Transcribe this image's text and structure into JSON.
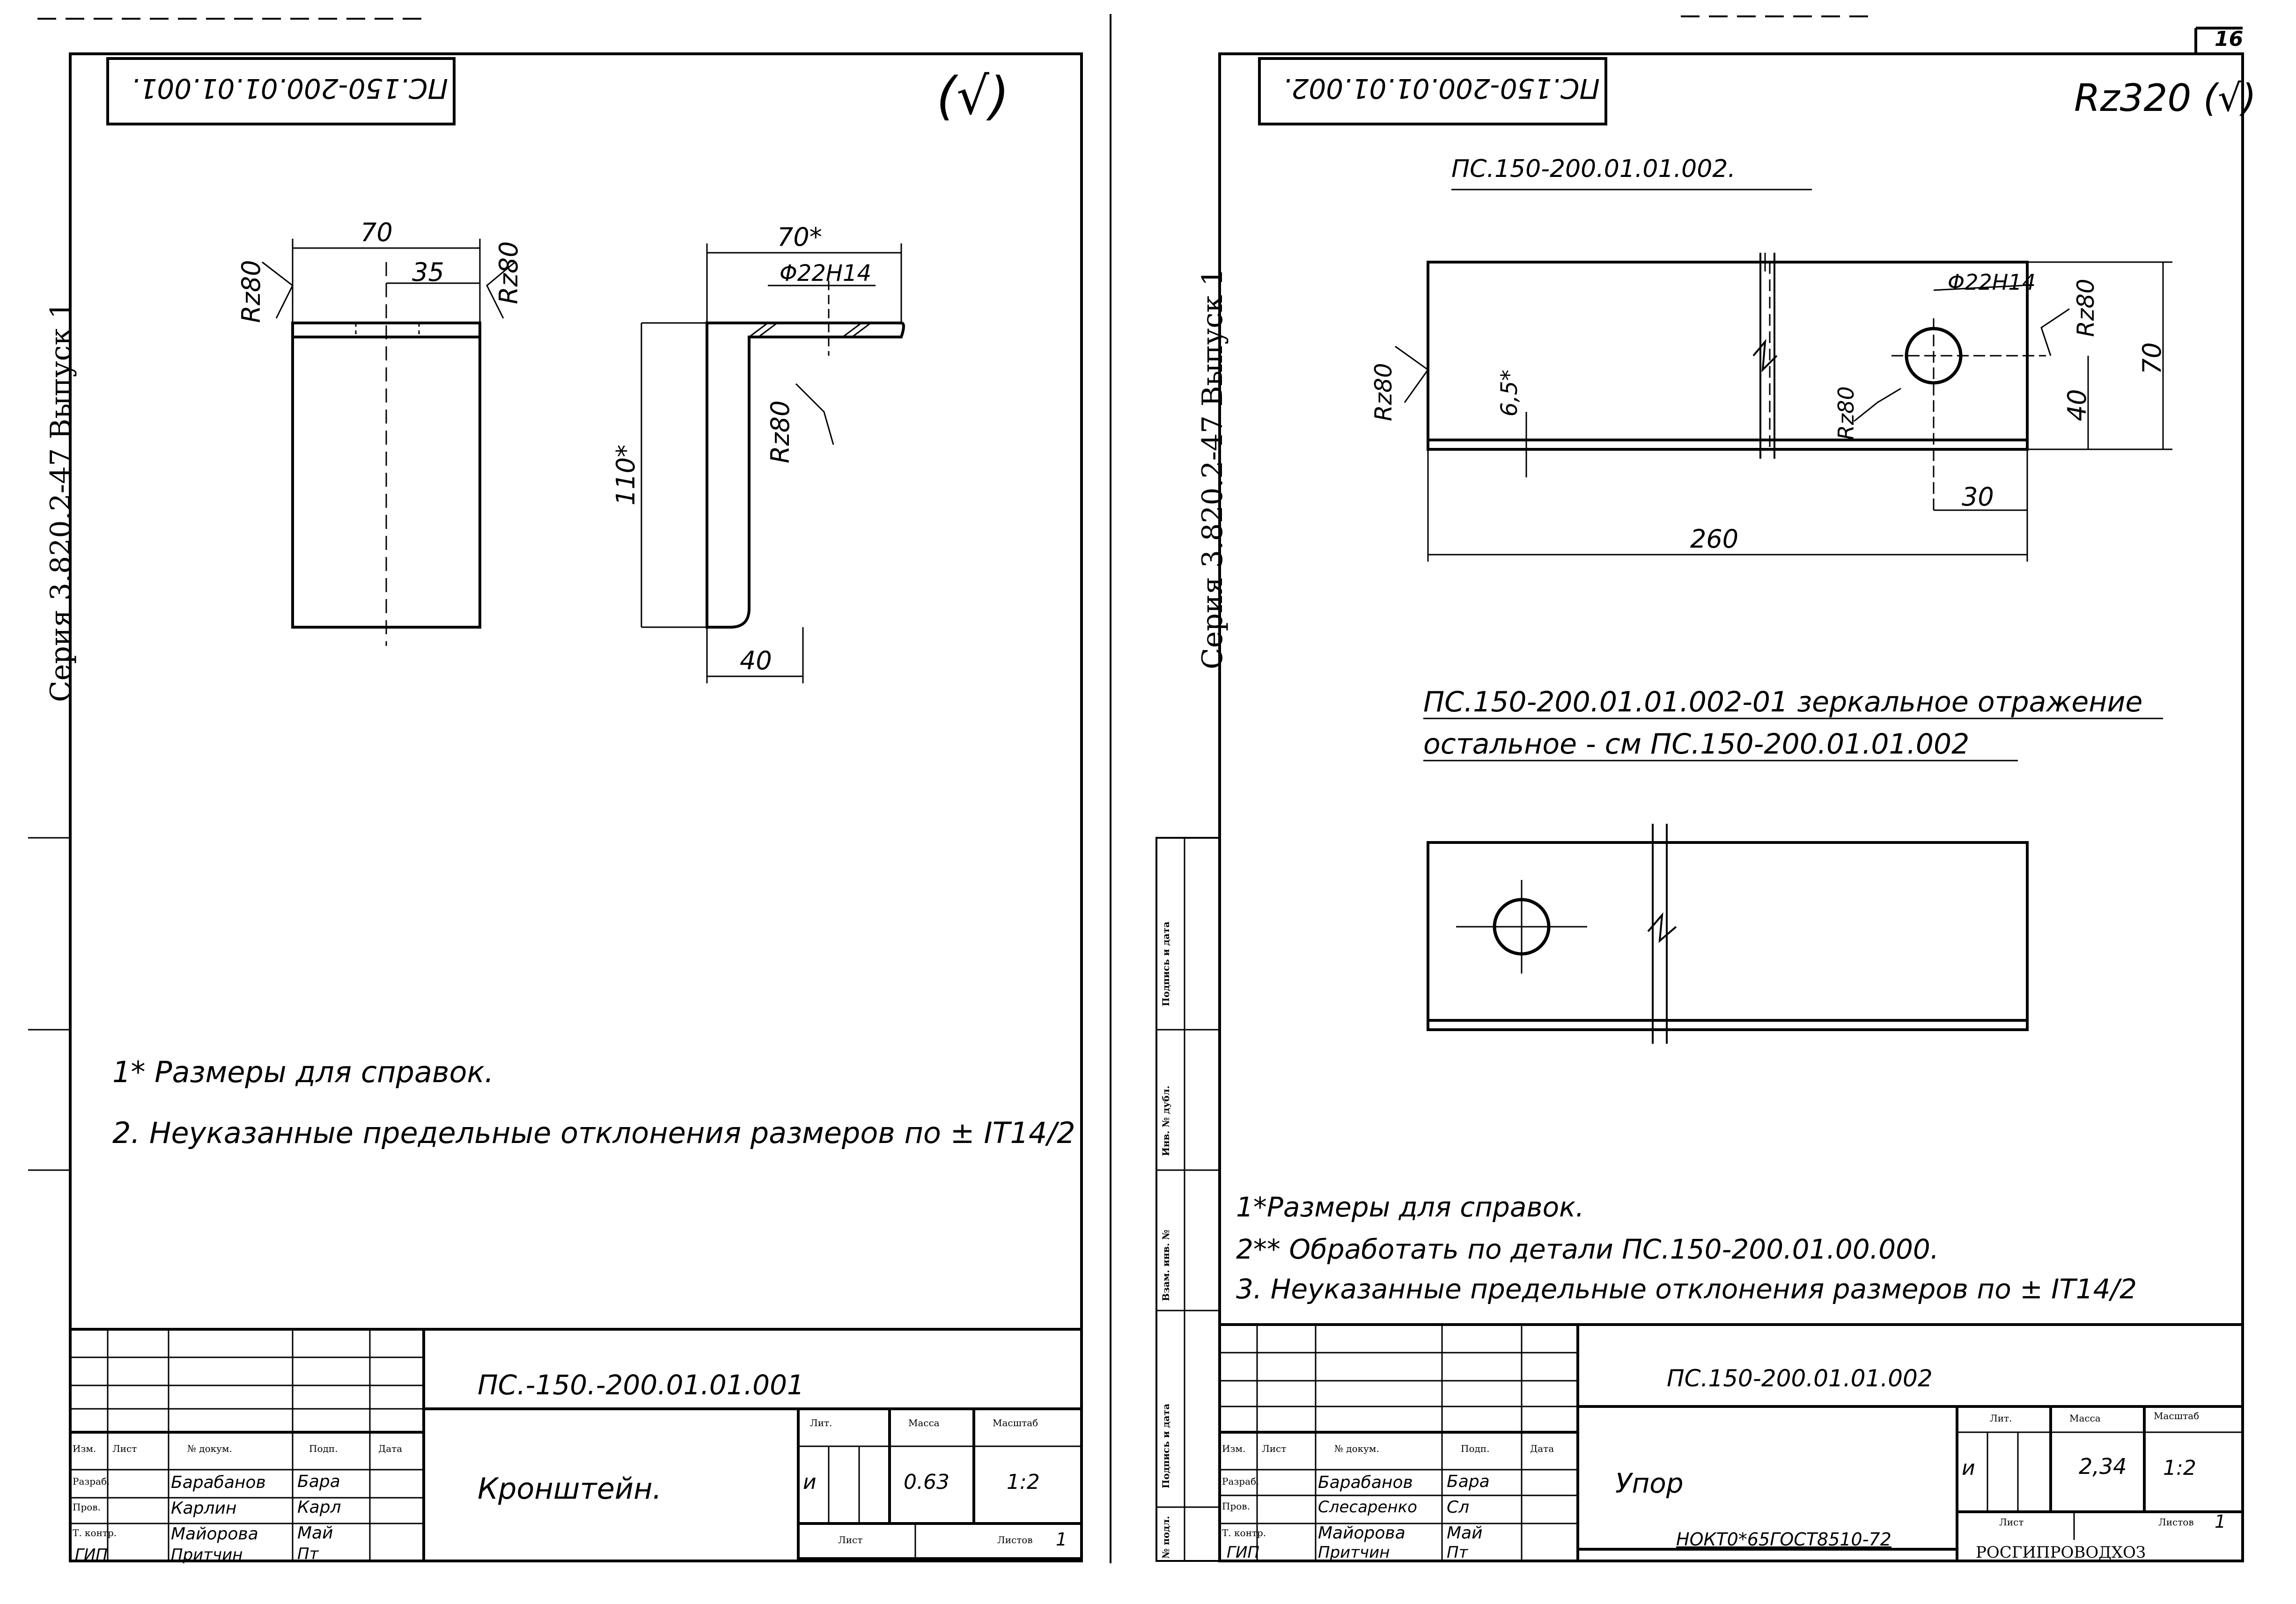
{
  "sheet_number": "16",
  "left": {
    "stamp_code": "ПС.150-200.01.01.001.",
    "series_label": "Серия 3.820.2-47 Выпуск 1",
    "roughness_symbol": "(√)",
    "dims": {
      "width_70": "70",
      "half_35": "35",
      "rz80_a": "Rz80",
      "rz80_b": "Rz80",
      "rz80_c": "Rz80",
      "side_70": "70*",
      "hole": "Φ22H14",
      "height_110": "110*",
      "leg_40": "40"
    },
    "notes": [
      "1* Размеры для справок.",
      "2. Неуказанные предельные отклонения размеров по ± IT14/2"
    ],
    "title_block": {
      "doc_code": "ПС.-150.-200.01.01.001",
      "name": "Кронштейн.",
      "lit_header": "Лит.",
      "mass_header": "Масса",
      "scale_header": "Масштаб",
      "lit_value": "и",
      "mass_value": "0.63",
      "scale_value": "1:2",
      "sheet_header": "Лист",
      "sheets_header": "Листов",
      "sheets_value": "1",
      "col_headers": [
        "Изм.",
        "Лист",
        "№ докум.",
        "Подп.",
        "Дата"
      ],
      "roles": [
        "Разраб.",
        "Пров.",
        "Т. контр.",
        "ГИП"
      ],
      "people": [
        "Барабанов",
        "Карлин",
        "Майорова",
        "Притчин"
      ],
      "signatures": [
        "Бара",
        "Карл",
        "Май",
        "Пт"
      ]
    }
  },
  "right": {
    "stamp_code": "ПС.150-200.01.01.002.",
    "series_label": "Серия 3.820.2-47 Выпуск 1",
    "roughness_symbol": "Rz320 (√)",
    "part_heading": "ПС.150-200.01.01.002.",
    "dims": {
      "hole": "Φ22H14",
      "rz80_a": "Rz80",
      "rz80_b": "Rz80",
      "rz80_c": "Rz80",
      "thick": "6,5*",
      "h70": "70",
      "h40": "40",
      "d30": "30",
      "len260": "260"
    },
    "mirror_note_1": "ПС.150-200.01.01.002-01 зеркальное отражение",
    "mirror_note_2": "остальное - см ПС.150-200.01.01.002",
    "notes": [
      "1*Размеры для справок.",
      "2** Обработать по детали ПС.150-200.01.00.000.",
      "3. Неуказанные предельные отклонения размеров по ± IT14/2"
    ],
    "side_stamp": [
      "Подпись и дата",
      "Инв. № дубл.",
      "Взам. инв. №",
      "Подпись и дата",
      "№ подл."
    ],
    "title_block": {
      "doc_code": "ПС.150-200.01.01.002",
      "name": "Упор",
      "material": "НОКТ0*65ГОСТ8510-72",
      "lit_header": "Лит.",
      "mass_header": "Масса",
      "scale_header": "Масштаб",
      "lit_value": "и",
      "mass_value": "2,34",
      "scale_value": "1:2",
      "sheet_header": "Лист",
      "sheets_header": "Листов",
      "sheets_value": "1",
      "org": "РОСГИПРОВОДХОЗ",
      "col_headers": [
        "Изм.",
        "Лист",
        "№ докум.",
        "Подп.",
        "Дата"
      ],
      "roles": [
        "Разраб.",
        "Пров.",
        "Т. контр.",
        "ГИП"
      ],
      "people": [
        "Барабанов",
        "Слесаренко",
        "Майорова",
        "Притчин"
      ],
      "signatures": [
        "Бара",
        "Сл",
        "Май",
        "Пт"
      ]
    }
  }
}
